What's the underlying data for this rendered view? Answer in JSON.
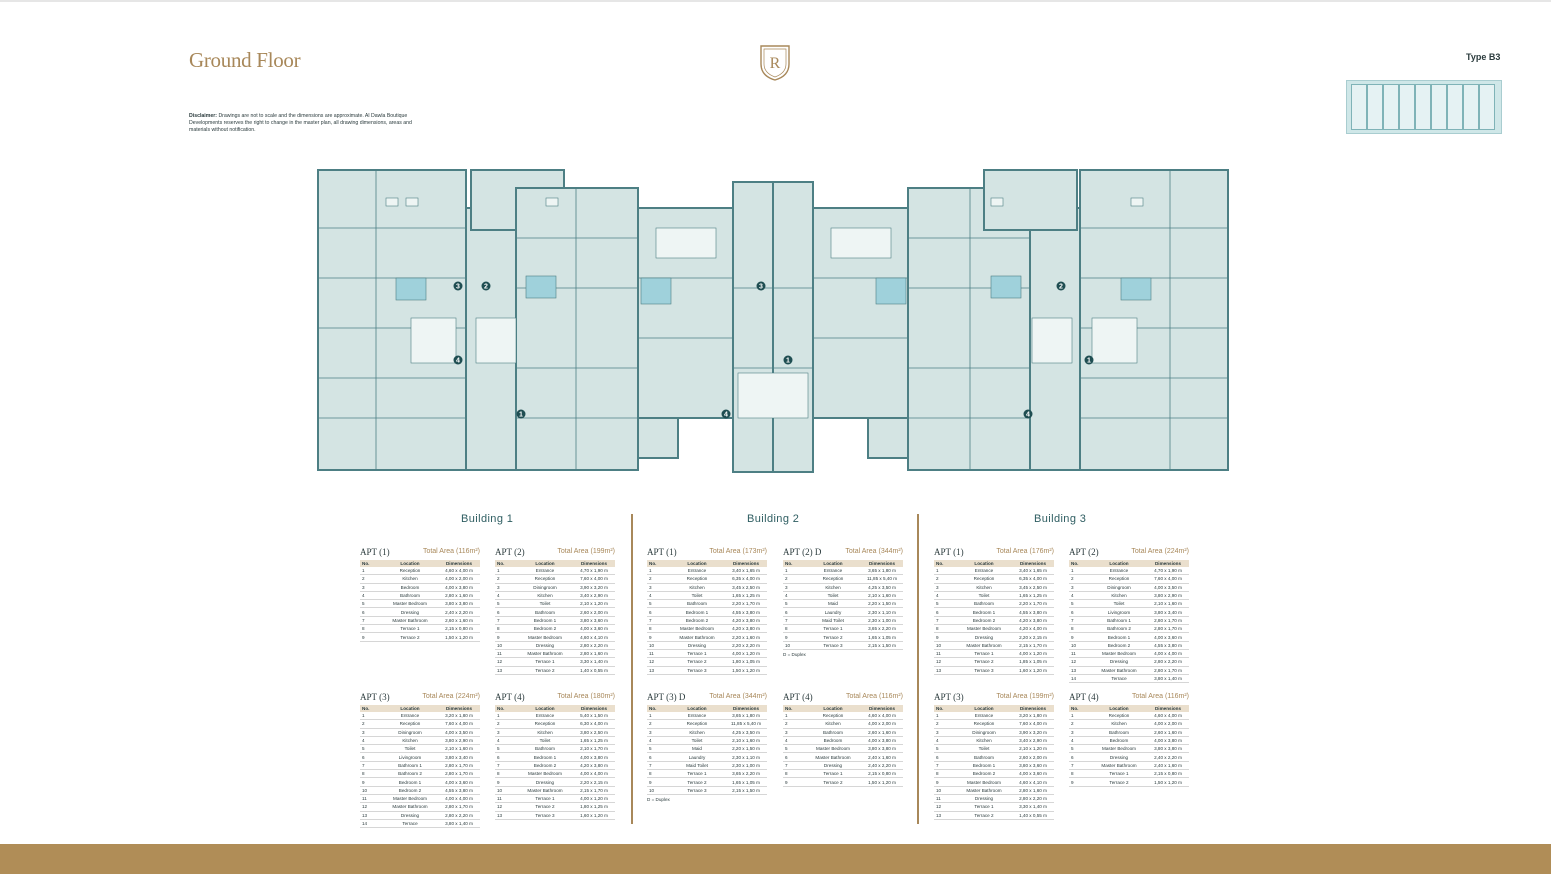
{
  "header": {
    "title": "Ground Floor",
    "logo_letter": "R",
    "type_label": "Type B3"
  },
  "disclaimer": {
    "label": "Disclaimer:",
    "text": "Drawings are not to scale and the dimensions are approximate. Al Dawla Boutique Developments reserves the right to change in the master plan, all drawing dimensions, areas and materials without notification."
  },
  "table_headers": {
    "no": "No.",
    "location": "Location",
    "dimensions": "Dimensions"
  },
  "plan_numbers": [
    "1",
    "2",
    "3",
    "4"
  ],
  "buildings": [
    {
      "title": "Building 1",
      "apartments": [
        {
          "name": "APT (1)",
          "area": "Total Area (116m²)",
          "rows": [
            [
              "1",
              "Reception",
              "4,60 x 4,00 m"
            ],
            [
              "2",
              "Kitchen",
              "4,00 x 2,00 m"
            ],
            [
              "3",
              "Bedroom",
              "4,00 x 3,80 m"
            ],
            [
              "4",
              "Bathroom",
              "2,80 x 1,60 m"
            ],
            [
              "5",
              "Master Bedroom",
              "3,80 x 3,80 m"
            ],
            [
              "6",
              "Dressing",
              "2,40 x 2,20 m"
            ],
            [
              "7",
              "Master Bathroom",
              "2,60 x 1,60 m"
            ],
            [
              "8",
              "Terrace 1",
              "2,15 x 0,80 m"
            ],
            [
              "9",
              "Terrace 2",
              "1,50 x 1,20 m"
            ]
          ]
        },
        {
          "name": "APT (2)",
          "area": "Total Area (199m²)",
          "rows": [
            [
              "1",
              "Entrance",
              "4,70 x 1,90 m"
            ],
            [
              "2",
              "Reception",
              "7,60 x 4,00 m"
            ],
            [
              "3",
              "Diningroom",
              "3,90 x 3,20 m"
            ],
            [
              "4",
              "Kitchen",
              "3,40 x 2,90 m"
            ],
            [
              "5",
              "Toilet",
              "2,10 x 1,20 m"
            ],
            [
              "6",
              "Bathroom",
              "2,60 x 2,00 m"
            ],
            [
              "7",
              "Bedroom 1",
              "3,80 x 3,60 m"
            ],
            [
              "8",
              "Bedroom 2",
              "4,00 x 3,60 m"
            ],
            [
              "9",
              "Master Bedroom",
              "4,60 x 4,10 m"
            ],
            [
              "10",
              "Dressing",
              "2,80 x 2,20 m"
            ],
            [
              "11",
              "Master Bathroom",
              "2,80 x 1,60 m"
            ],
            [
              "12",
              "Terrace 1",
              "3,30 x 1,40 m"
            ],
            [
              "13",
              "Terrace 2",
              "1,40 x 0,55 m"
            ]
          ]
        },
        {
          "name": "APT (3)",
          "area": "Total Area (224m²)",
          "rows": [
            [
              "1",
              "Entrance",
              "3,20 x 1,80 m"
            ],
            [
              "2",
              "Reception",
              "7,60 x 4,00 m"
            ],
            [
              "3",
              "Diningroom",
              "4,00 x 3,50 m"
            ],
            [
              "4",
              "Kitchen",
              "3,80 x 2,90 m"
            ],
            [
              "5",
              "Toilet",
              "2,10 x 1,60 m"
            ],
            [
              "6",
              "Livingroom",
              "3,80 x 3,40 m"
            ],
            [
              "7",
              "Bathroom 1",
              "2,80 x 1,70 m"
            ],
            [
              "8",
              "Bathroom 2",
              "2,80 x 1,70 m"
            ],
            [
              "9",
              "Bedroom 1",
              "4,00 x 3,60 m"
            ],
            [
              "10",
              "Bedroom 2",
              "4,55 x 3,80 m"
            ],
            [
              "11",
              "Master Bedroom",
              "4,00 x 4,00 m"
            ],
            [
              "12",
              "Master Bathroom",
              "2,80 x 1,70 m"
            ],
            [
              "13",
              "Dressing",
              "2,80 x 2,20 m"
            ],
            [
              "14",
              "Terrace",
              "3,80 x 1,40 m"
            ]
          ]
        },
        {
          "name": "APT (4)",
          "area": "Total Area (180m²)",
          "rows": [
            [
              "1",
              "Entrance",
              "5,40 x 1,50 m"
            ],
            [
              "2",
              "Reception",
              "6,30 x 4,00 m"
            ],
            [
              "3",
              "Kitchen",
              "3,80 x 2,50 m"
            ],
            [
              "4",
              "Toilet",
              "1,65 x 1,25 m"
            ],
            [
              "5",
              "Bathroom",
              "2,10 x 1,70 m"
            ],
            [
              "6",
              "Bedroom 1",
              "4,00 x 3,80 m"
            ],
            [
              "7",
              "Bedroom 2",
              "4,20 x 3,80 m"
            ],
            [
              "8",
              "Master Bedroom",
              "4,00 x 4,00 m"
            ],
            [
              "9",
              "Dressing",
              "2,20 x 2,15 m"
            ],
            [
              "10",
              "Master Bathroom",
              "2,15 x 1,70 m"
            ],
            [
              "11",
              "Terrace 1",
              "4,00 x 1,20 m"
            ],
            [
              "12",
              "Terrace 2",
              "1,80 x 1,25 m"
            ],
            [
              "13",
              "Terrace 3",
              "1,60 x 1,20 m"
            ]
          ]
        }
      ]
    },
    {
      "title": "Building 2",
      "apartments": [
        {
          "name": "APT (1)",
          "area": "Total Area (173m²)",
          "rows": [
            [
              "1",
              "Entrance",
              "3,40 x 1,65 m"
            ],
            [
              "2",
              "Reception",
              "6,35 x 4,00 m"
            ],
            [
              "3",
              "Kitchen",
              "3,45 x 2,50 m"
            ],
            [
              "4",
              "Toilet",
              "1,65 x 1,25 m"
            ],
            [
              "5",
              "Bathroom",
              "2,20 x 1,70 m"
            ],
            [
              "6",
              "Bedroom 1",
              "4,55 x 3,80 m"
            ],
            [
              "7",
              "Bedroom 2",
              "4,20 x 3,80 m"
            ],
            [
              "8",
              "Master Bedroom",
              "4,20 x 3,80 m"
            ],
            [
              "9",
              "Master Bathroom",
              "2,20 x 1,60 m"
            ],
            [
              "10",
              "Dressing",
              "2,20 x 2,20 m"
            ],
            [
              "11",
              "Terrace 1",
              "4,00 x 1,20 m"
            ],
            [
              "12",
              "Terrace 2",
              "1,80 x 1,05 m"
            ],
            [
              "13",
              "Terrace 3",
              "1,50 x 1,20 m"
            ]
          ]
        },
        {
          "name": "APT (2) D",
          "area": "Total Area (344m²)",
          "rows": [
            [
              "1",
              "Entrance",
              "3,65 x 1,80 m"
            ],
            [
              "2",
              "Reception",
              "11,85 x 5,40 m"
            ],
            [
              "3",
              "Kitchen",
              "4,25 x 3,50 m"
            ],
            [
              "4",
              "Toilet",
              "2,10 x 1,60 m"
            ],
            [
              "5",
              "Maid",
              "2,20 x 1,50 m"
            ],
            [
              "6",
              "Laundry",
              "2,30 x 1,10 m"
            ],
            [
              "7",
              "Maid Toilet",
              "2,30 x 1,00 m"
            ],
            [
              "8",
              "Terrace 1",
              "3,65 x 2,20 m"
            ],
            [
              "9",
              "Terrace 2",
              "1,65 x 1,05 m"
            ],
            [
              "10",
              "Terrace 3",
              "2,15 x 1,50 m"
            ]
          ],
          "note": "D = Duplex"
        },
        {
          "name": "APT (3) D",
          "area": "Total Area (344m²)",
          "rows": [
            [
              "1",
              "Entrance",
              "3,65 x 1,80 m"
            ],
            [
              "2",
              "Reception",
              "11,85 x 5,40 m"
            ],
            [
              "3",
              "Kitchen",
              "4,25 x 3,50 m"
            ],
            [
              "4",
              "Toilet",
              "2,10 x 1,60 m"
            ],
            [
              "5",
              "Maid",
              "2,20 x 1,50 m"
            ],
            [
              "6",
              "Laundry",
              "2,30 x 1,10 m"
            ],
            [
              "7",
              "Maid Toilet",
              "2,30 x 1,00 m"
            ],
            [
              "8",
              "Terrace 1",
              "3,65 x 2,20 m"
            ],
            [
              "9",
              "Terrace 2",
              "1,65 x 1,05 m"
            ],
            [
              "10",
              "Terrace 3",
              "2,15 x 1,50 m"
            ]
          ],
          "note": "D = Duplex"
        },
        {
          "name": "APT (4)",
          "area": "Total Area (116m²)",
          "rows": [
            [
              "1",
              "Reception",
              "4,60 x 4,00 m"
            ],
            [
              "2",
              "Kitchen",
              "4,00 x 2,00 m"
            ],
            [
              "3",
              "Bathroom",
              "2,60 x 1,60 m"
            ],
            [
              "4",
              "Bedroom",
              "4,00 x 3,80 m"
            ],
            [
              "5",
              "Master Bedroom",
              "3,80 x 3,80 m"
            ],
            [
              "6",
              "Master Bathroom",
              "2,40 x 1,60 m"
            ],
            [
              "7",
              "Dressing",
              "2,40 x 2,20 m"
            ],
            [
              "8",
              "Terrace 1",
              "2,15 x 0,80 m"
            ],
            [
              "9",
              "Terrace 2",
              "1,50 x 1,20 m"
            ]
          ]
        }
      ]
    },
    {
      "title": "Building 3",
      "apartments": [
        {
          "name": "APT (1)",
          "area": "Total Area (176m²)",
          "rows": [
            [
              "1",
              "Entrance",
              "3,40 x 1,65 m"
            ],
            [
              "2",
              "Reception",
              "6,35 x 4,00 m"
            ],
            [
              "3",
              "Kitchen",
              "3,45 x 2,50 m"
            ],
            [
              "4",
              "Toilet",
              "1,65 x 1,25 m"
            ],
            [
              "5",
              "Bathroom",
              "2,20 x 1,70 m"
            ],
            [
              "6",
              "Bedroom 1",
              "4,55 x 3,80 m"
            ],
            [
              "7",
              "Bedroom 2",
              "4,20 x 3,80 m"
            ],
            [
              "8",
              "Master Bedroom",
              "4,20 x 4,00 m"
            ],
            [
              "9",
              "Dressing",
              "2,20 x 2,15 m"
            ],
            [
              "10",
              "Master Bathroom",
              "2,15 x 1,70 m"
            ],
            [
              "11",
              "Terrace 1",
              "4,00 x 1,20 m"
            ],
            [
              "12",
              "Terrace 2",
              "1,85 x 1,05 m"
            ],
            [
              "13",
              "Terrace 3",
              "1,60 x 1,20 m"
            ]
          ]
        },
        {
          "name": "APT (2)",
          "area": "Total Area (224m²)",
          "rows": [
            [
              "1",
              "Entrance",
              "4,70 x 1,90 m"
            ],
            [
              "2",
              "Reception",
              "7,60 x 4,00 m"
            ],
            [
              "3",
              "Diningroom",
              "4,00 x 3,50 m"
            ],
            [
              "4",
              "Kitchen",
              "3,80 x 2,90 m"
            ],
            [
              "5",
              "Toilet",
              "2,10 x 1,60 m"
            ],
            [
              "6",
              "Livingroom",
              "3,80 x 3,40 m"
            ],
            [
              "7",
              "Bathroom 1",
              "2,80 x 1,70 m"
            ],
            [
              "8",
              "Bathroom 2",
              "2,80 x 1,70 m"
            ],
            [
              "9",
              "Bedroom 1",
              "4,00 x 3,60 m"
            ],
            [
              "10",
              "Bedroom 2",
              "4,55 x 3,80 m"
            ],
            [
              "11",
              "Master Bedroom",
              "4,00 x 4,00 m"
            ],
            [
              "12",
              "Dressing",
              "2,80 x 2,20 m"
            ],
            [
              "13",
              "Master Bathroom",
              "2,80 x 1,70 m"
            ],
            [
              "14",
              "Terrace",
              "3,80 x 1,40 m"
            ]
          ]
        },
        {
          "name": "APT (3)",
          "area": "Total Area (199m²)",
          "rows": [
            [
              "1",
              "Entrance",
              "3,20 x 1,80 m"
            ],
            [
              "2",
              "Reception",
              "7,60 x 4,00 m"
            ],
            [
              "3",
              "Diningroom",
              "3,90 x 3,20 m"
            ],
            [
              "4",
              "Kitchen",
              "3,40 x 2,90 m"
            ],
            [
              "5",
              "Toilet",
              "2,10 x 1,20 m"
            ],
            [
              "6",
              "Bathroom",
              "2,60 x 2,00 m"
            ],
            [
              "7",
              "Bedroom 1",
              "3,80 x 3,60 m"
            ],
            [
              "8",
              "Bedroom 2",
              "4,00 x 3,60 m"
            ],
            [
              "9",
              "Master Bedroom",
              "4,60 x 4,10 m"
            ],
            [
              "10",
              "Master Bathroom",
              "2,80 x 1,60 m"
            ],
            [
              "11",
              "Dressing",
              "2,80 x 2,20 m"
            ],
            [
              "12",
              "Terrace 1",
              "3,30 x 1,40 m"
            ],
            [
              "13",
              "Terrace 2",
              "1,40 x 0,55 m"
            ]
          ]
        },
        {
          "name": "APT (4)",
          "area": "Total Area (116m²)",
          "rows": [
            [
              "1",
              "Reception",
              "4,60 x 4,00 m"
            ],
            [
              "2",
              "Kitchen",
              "4,00 x 2,00 m"
            ],
            [
              "3",
              "Bathroom",
              "2,60 x 1,60 m"
            ],
            [
              "4",
              "Bedroom",
              "4,00 x 3,80 m"
            ],
            [
              "5",
              "Master Bedroom",
              "3,80 x 3,80 m"
            ],
            [
              "6",
              "Dressing",
              "2,40 x 2,20 m"
            ],
            [
              "7",
              "Master Bathroom",
              "2,40 x 1,60 m"
            ],
            [
              "8",
              "Terrace 1",
              "2,15 x 0,80 m"
            ],
            [
              "9",
              "Terrace 2",
              "1,50 x 1,20 m"
            ]
          ]
        }
      ]
    }
  ],
  "colors": {
    "gold": "#a8885a",
    "teal": "#2f5e62",
    "plan_fill": "#d4e4e3",
    "plan_wall": "#4d7f84",
    "footer": "#b08d57"
  }
}
